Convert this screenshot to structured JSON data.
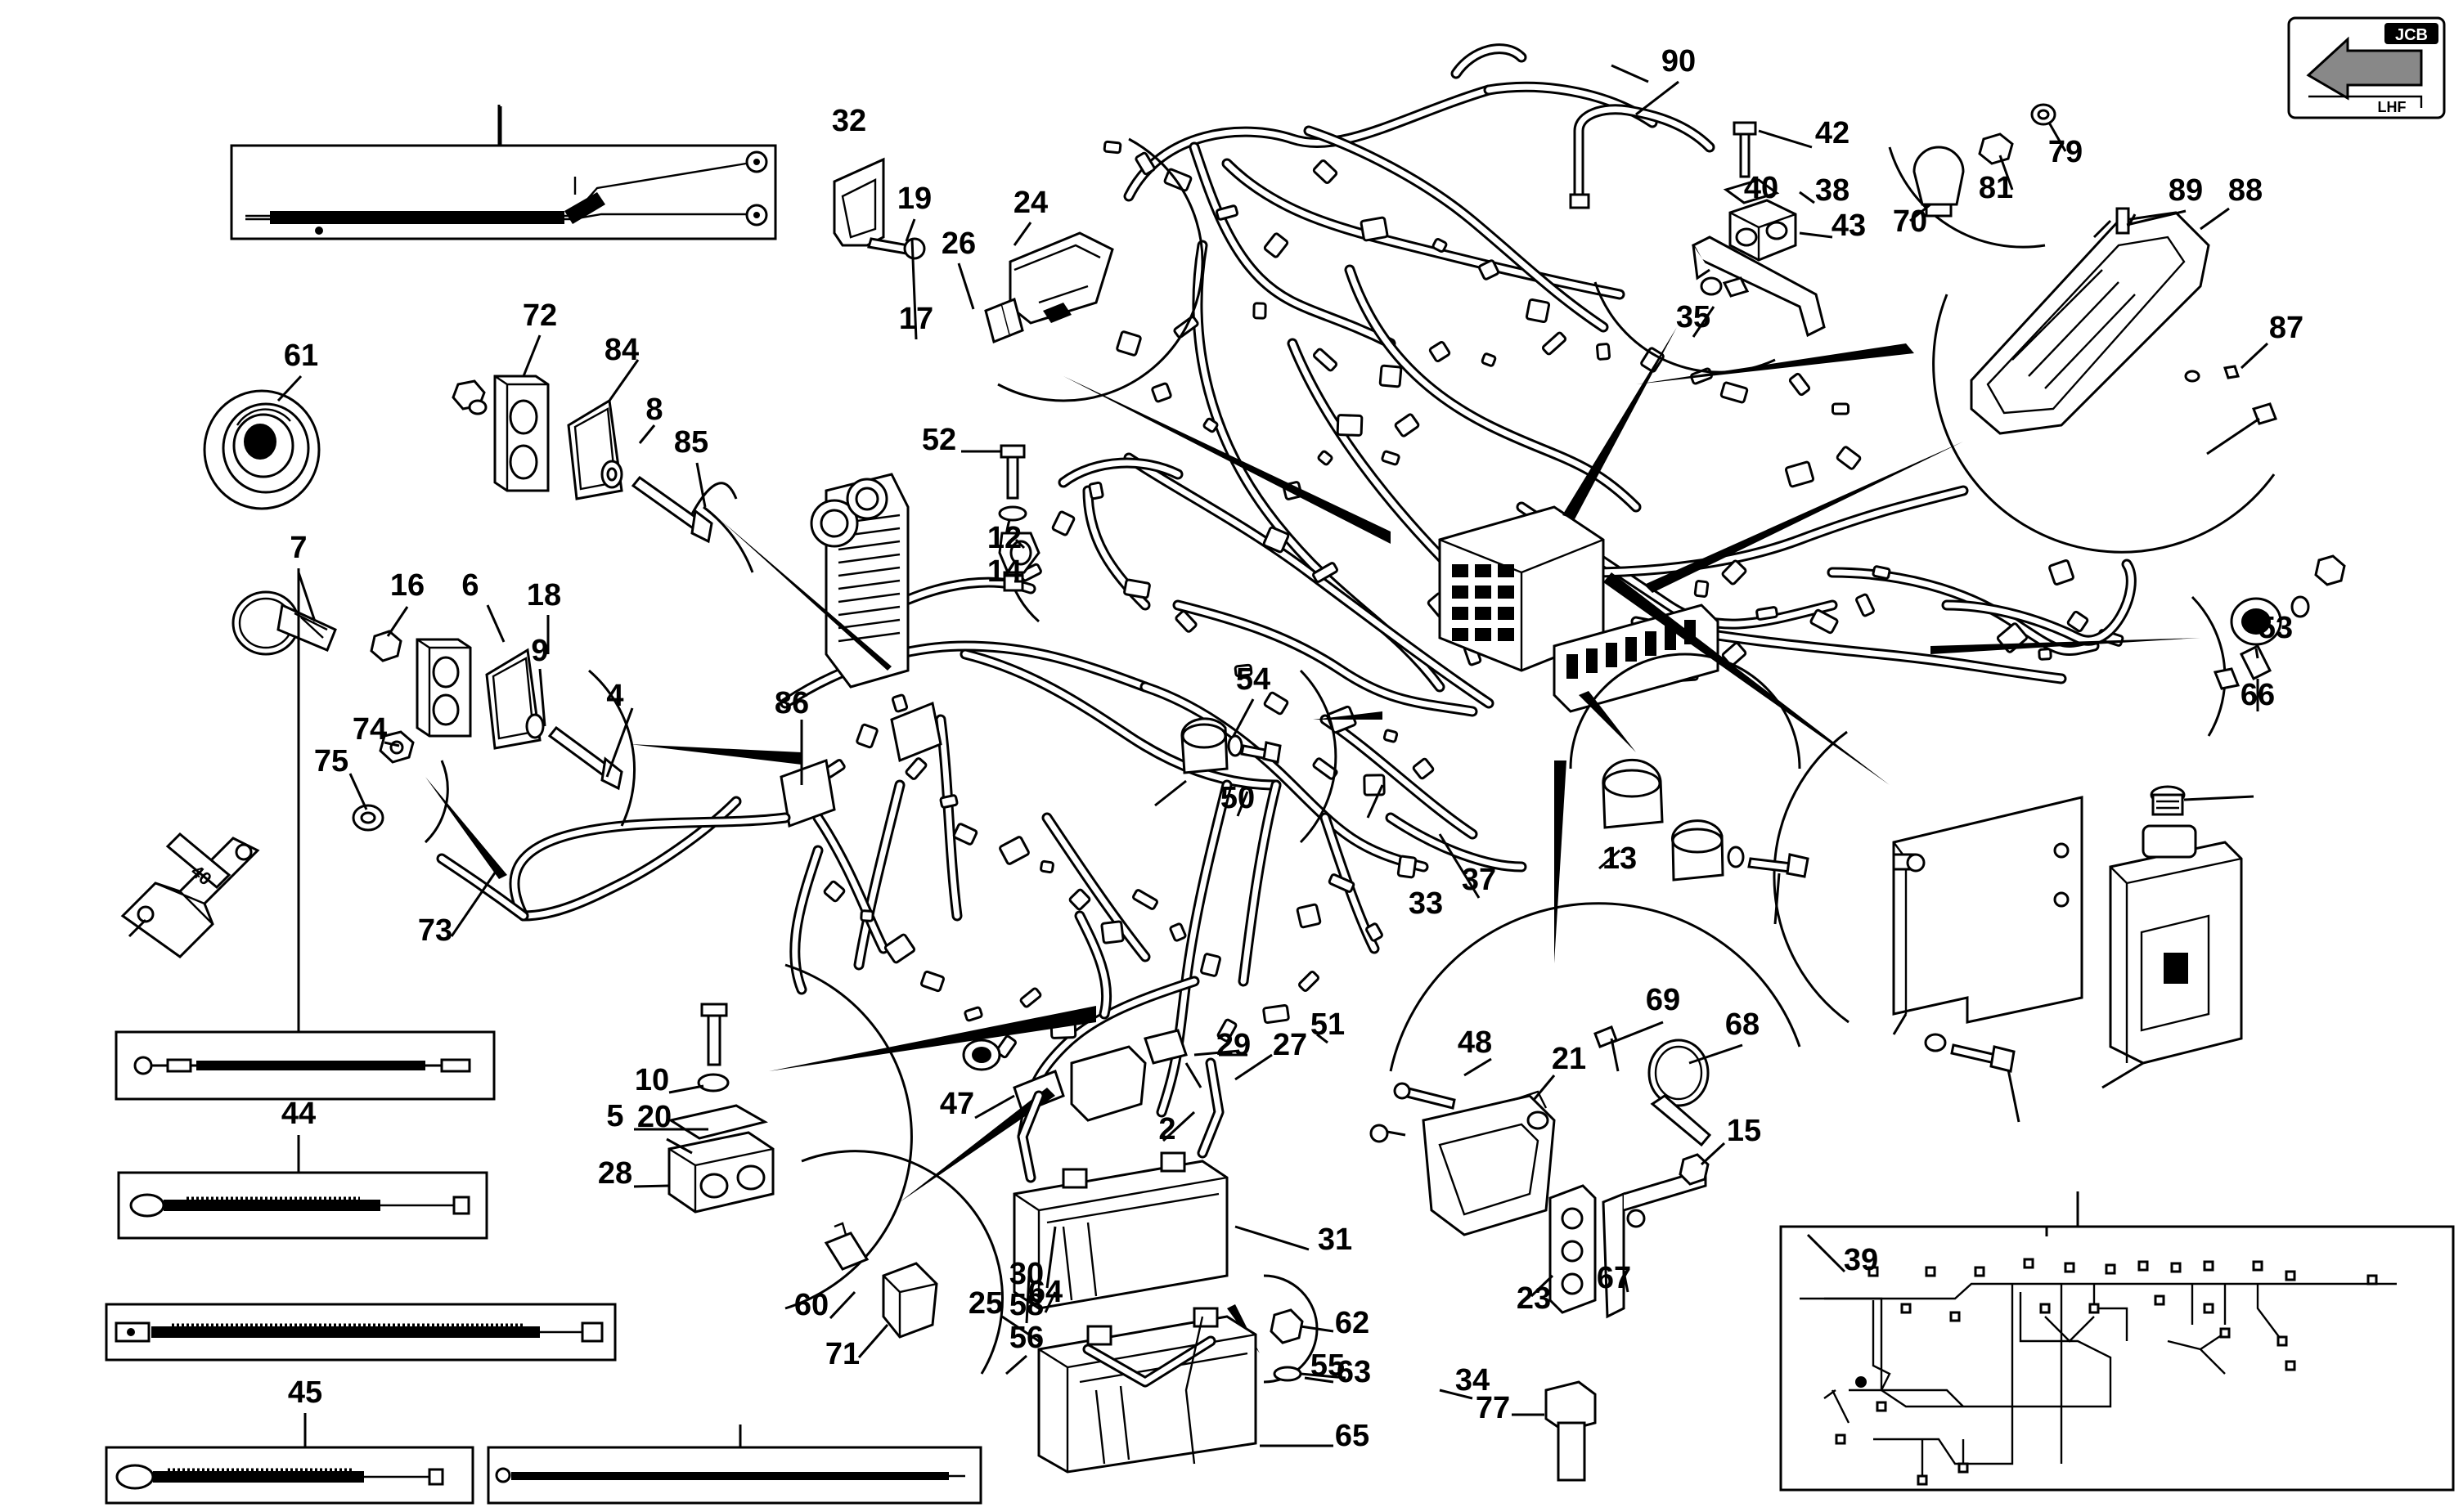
{
  "brand": {
    "logo_text": "JCB",
    "view_label": "LHF",
    "accent": "#000000"
  },
  "fuse_rating": "40",
  "callouts": [
    "2",
    "4",
    "5",
    "6",
    "7",
    "8",
    "9",
    "10",
    "12",
    "13",
    "14",
    "15",
    "16",
    "17",
    "18",
    "19",
    "20",
    "21",
    "23",
    "24",
    "25",
    "26",
    "27",
    "28",
    "29",
    "30",
    "31",
    "32",
    "33",
    "34",
    "35",
    "37",
    "38",
    "39",
    "40",
    "42",
    "43",
    "44",
    "45",
    "47",
    "48",
    "50",
    "51",
    "52",
    "53",
    "54",
    "55",
    "56",
    "58",
    "60",
    "61",
    "62",
    "63",
    "64",
    "65",
    "66",
    "67",
    "68",
    "69",
    "70",
    "71",
    "72",
    "73",
    "74",
    "75",
    "77",
    "79",
    "81",
    "84",
    "85",
    "86",
    "87",
    "88",
    "89",
    "90"
  ]
}
